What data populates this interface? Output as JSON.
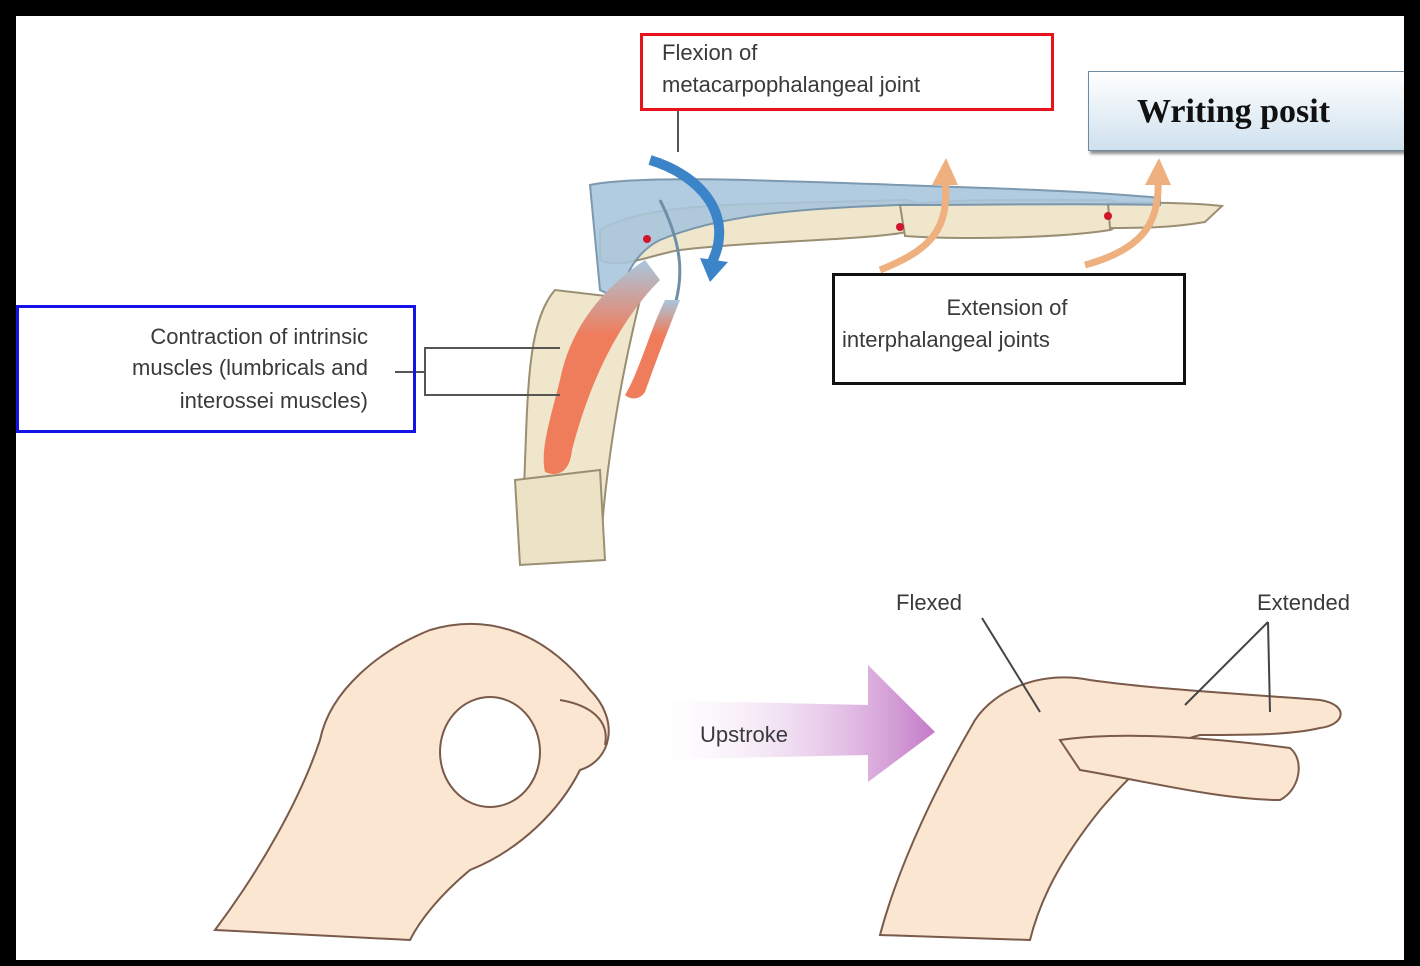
{
  "title": "Writing posit",
  "labels": {
    "mcp_flexion_line1": "Flexion of",
    "mcp_flexion_line2": "metacarpophalangeal joint",
    "intrinsic_line1": "Contraction of intrinsic",
    "intrinsic_line2": "muscles (lumbricals and",
    "intrinsic_line3": "interossei muscles)",
    "ip_extension_line1": "Extension of",
    "ip_extension_line2": "interphalangeal joints",
    "flexed": "Flexed",
    "extended": "Extended",
    "upstroke": "Upstroke"
  },
  "colors": {
    "mcp_box": "#e8121a",
    "intrinsic_box": "#1414e6",
    "ip_box": "#111111",
    "muscle": "#ef7d5c",
    "tendon": "#a9c6dd",
    "bone": "#efe6cc",
    "skin": "#fbe6d2",
    "flexion_arrow": "#3b84c8",
    "extension_arrow": "#efb07f",
    "upstroke_arrow": "#c47ac8"
  },
  "icons": [
    "flexion-arrow-icon",
    "extension-arrow-icon",
    "upstroke-arrow-icon"
  ]
}
